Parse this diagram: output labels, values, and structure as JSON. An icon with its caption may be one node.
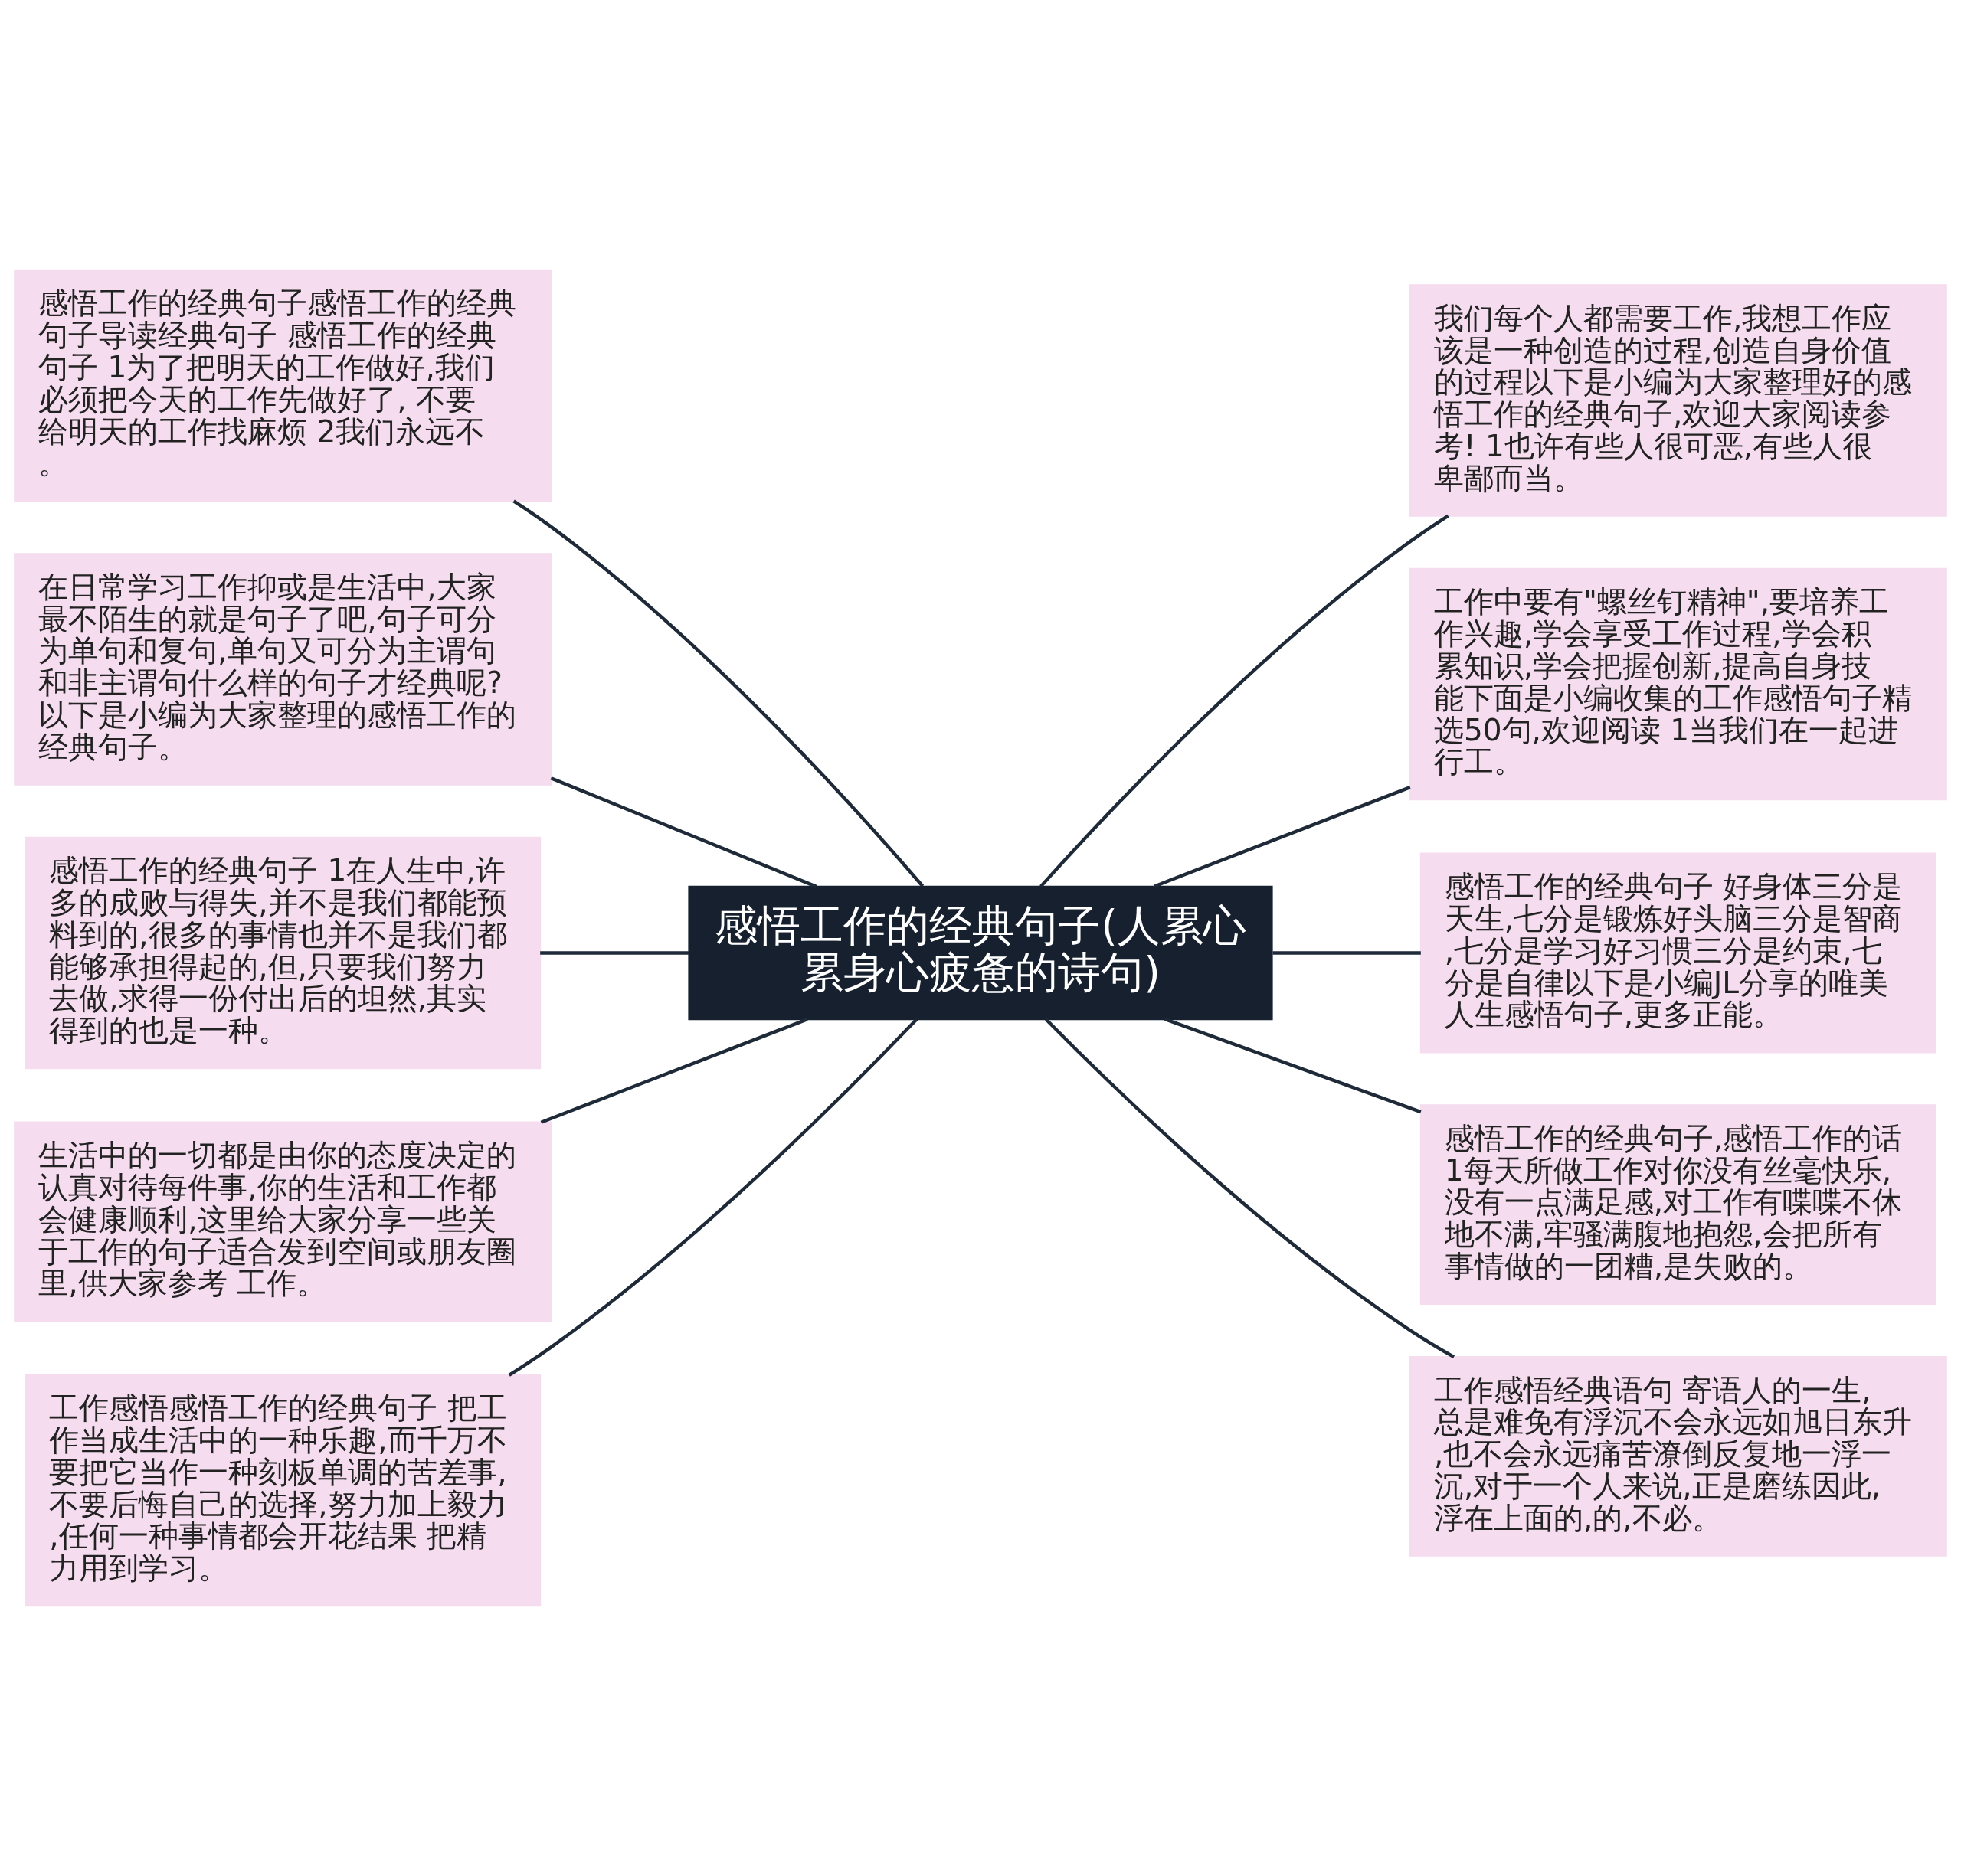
{
  "diagram": {
    "nodes": [
      {
        "text": [
          "感悟工作的经典句子(人累心累身心疲惫的诗句)"
        ]
      },
      {
        "text": [
          "感悟工作的经典句子感悟工作的经典句子导读经典句子 感悟工作的经典句子 1为了把明天的工作做好,我们必须把今天的工作先做好了, 不要给明天的工作找麻烦 2我们永远不。"
        ]
      },
      {
        "text": [
          "在日常学习工作抑或是生活中,大家最不陌生的就是句子了吧,句子可分为单句和复句,单句又可分为主谓句和非主谓句什么样的句子才经典呢?以下是小编为大家整理的感悟工作的经典句子。"
        ]
      },
      {
        "text": [
          "感悟工作的经典句子 1在人生中,许多的成败与得失,并不是我们都能预料到的,很多的事情也并不是我们都能够承担得起的,但,只要我们努力去做,求得一份付出后的坦然,其实得到的也是一种。"
        ]
      },
      {
        "text": [
          "生活中的一切都是由你的态度决定的认真对待每件事,你的生活和工作都会健康顺利,这里给大家分享一些关于工作的句子适合发到空间或朋友圈里,供大家参考 工作。"
        ]
      },
      {
        "text": [
          "工作感悟感悟工作的经典句子 把工作当成生活中的一种乐趣,而千万不要把它当作一种刻板单调的苦差事,不要后悔自己的选择,努力加上毅力,任何一种事情都会开花结果 把精力用到学习。"
        ]
      },
      {
        "text": [
          "我们每个人都需要工作,我想工作应该是一种创造的过程,创造自身价值的过程以下是小编为大家整理好的感悟工作的经典句子,欢迎大家阅读参考! 1也许有些人很可恶,有些人很卑鄙而当。"
        ]
      },
      {
        "text": [
          "工作中要有\"螺丝钉精神\",要培养工作兴趣,学会享受工作过程,学会积累知识,学会把握创新,提高自身技能下面是小编收集的工作感悟句子精选50句,欢迎阅读 1当我们在一起进行工。"
        ]
      },
      {
        "text": [
          "感悟工作的经典句子 好身体三分是天生,七分是锻炼好头脑三分是智商,七分是学习好习惯三分是约束,七分是自律以下是小编JL分享的唯美人生感悟句子,更多正能。"
        ]
      },
      {
        "text": [
          "感悟工作的经典句子,感悟工作的话 1每天所做工作对你没有丝毫快乐,没有一点满足感,对工作有喋喋不休地不满,牢骚满腹地抱怨,会把所有事情做的一团糟,是失败的。"
        ]
      },
      {
        "text": [
          "工作感悟经典语句 寄语人的一生,总是难免有浮沉不会永远如旭日东升,也不会永远痛苦潦倒反复地一浮一沉,对于一个人来说,正是磨练因此,浮在上面的,的,不必。"
        ]
      }
    ],
    "edges": [
      {
        "from": 0,
        "to": 1,
        "arrow": "none"
      },
      {
        "from": 0,
        "to": 2,
        "arrow": "none"
      },
      {
        "from": 0,
        "to": 3,
        "arrow": "none"
      },
      {
        "from": 0,
        "to": 4,
        "arrow": "none"
      },
      {
        "from": 0,
        "to": 5,
        "arrow": "none"
      },
      {
        "from": 0,
        "to": 6,
        "arrow": "none"
      },
      {
        "from": 0,
        "to": 7,
        "arrow": "none"
      },
      {
        "from": 0,
        "to": 8,
        "arrow": "none"
      },
      {
        "from": 0,
        "to": 9,
        "arrow": "none"
      },
      {
        "from": 0,
        "to": 10,
        "arrow": "none"
      }
    ]
  }
}
